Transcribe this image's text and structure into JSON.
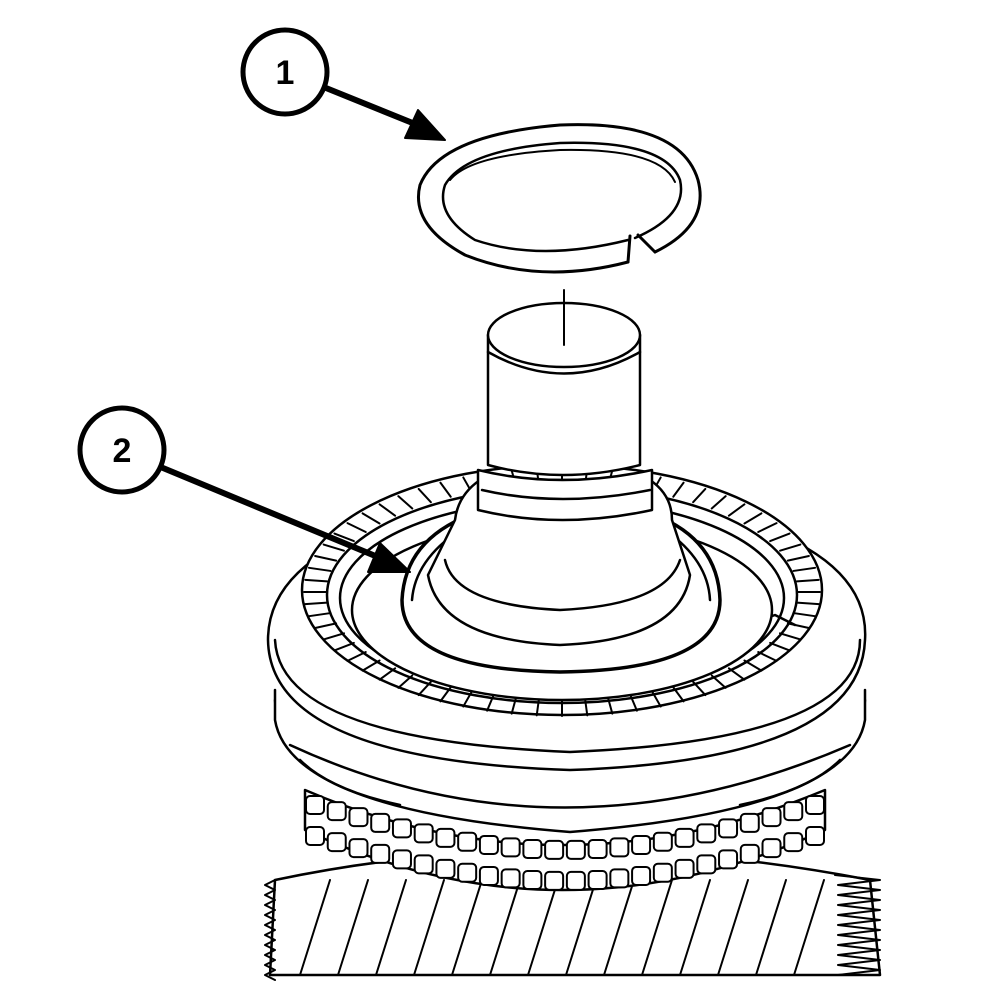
{
  "callouts": [
    {
      "label": "1",
      "part": "snap-ring"
    },
    {
      "label": "2",
      "part": "shaft-shoulder-groove"
    }
  ],
  "colors": {
    "line": "#000000",
    "background": "#ffffff"
  }
}
